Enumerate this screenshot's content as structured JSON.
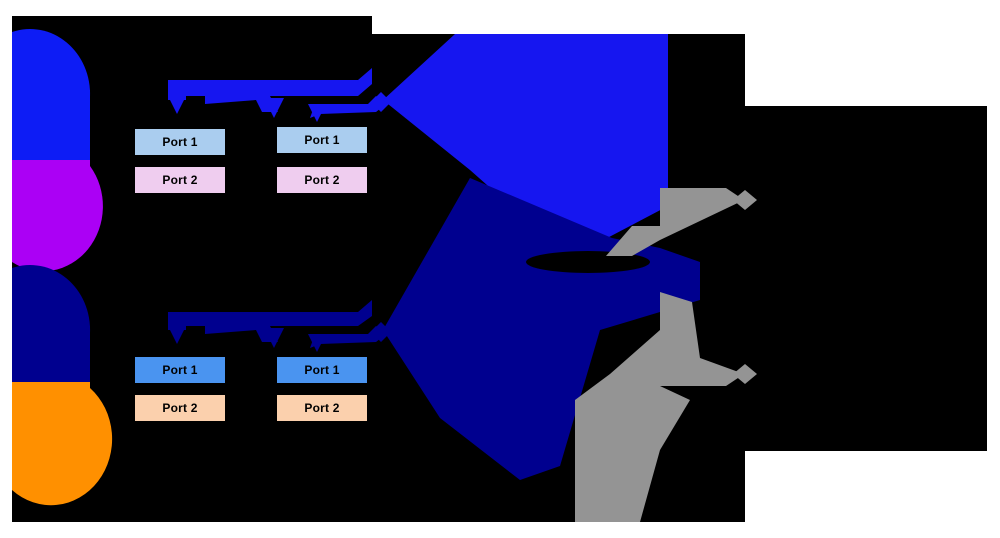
{
  "diagram": {
    "title": "network-port-topology",
    "background": "#000000",
    "page_background": "#ffffff"
  },
  "colors": {
    "background_black": "#000000",
    "page_white": "#ffffff",
    "bright_blue": "#0d1cf5",
    "royal_blue": "#1616f0",
    "navy": "#00008f",
    "dark_navy": "#000080",
    "magenta": "#ab00f5",
    "orange": "#ff9000",
    "gray": "#949494",
    "port1_light": "#aacdef",
    "port2_light": "#efcdef",
    "port1_bright": "#4a94f0",
    "port2_peach": "#fbd0ad",
    "outline": "#000000"
  },
  "nodes": [
    {
      "id": "node-top-upper",
      "shape": "circle",
      "color": "#0d1cf5",
      "edge": "left-clipped"
    },
    {
      "id": "node-top-lower",
      "shape": "circle",
      "color": "#ab00f5",
      "edge": "left-clipped"
    },
    {
      "id": "node-bot-upper",
      "shape": "circle",
      "color": "#00008f",
      "edge": "left-clipped"
    },
    {
      "id": "node-bot-lower",
      "shape": "circle",
      "color": "#ff9000",
      "edge": "left-clipped"
    }
  ],
  "groups": [
    {
      "id": "group-top",
      "link_color": "#1616f0",
      "devices": [
        {
          "id": "dev-top-left",
          "ports": [
            {
              "label": "Port 1",
              "fill": "#aacdef"
            },
            {
              "label": "Port 2",
              "fill": "#efcdef"
            }
          ]
        },
        {
          "id": "dev-top-right",
          "ports": [
            {
              "label": "Port 1",
              "fill": "#aacdef"
            },
            {
              "label": "Port 2",
              "fill": "#efcdef"
            }
          ]
        }
      ]
    },
    {
      "id": "group-bottom",
      "link_color": "#00008f",
      "devices": [
        {
          "id": "dev-bot-left",
          "ports": [
            {
              "label": "Port 1",
              "fill": "#4a94f0"
            },
            {
              "label": "Port 2",
              "fill": "#fbd0ad"
            }
          ]
        },
        {
          "id": "dev-bot-right",
          "ports": [
            {
              "label": "Port 1",
              "fill": "#4a94f0"
            },
            {
              "label": "Port 2",
              "fill": "#fbd0ad"
            }
          ]
        }
      ]
    }
  ],
  "links": [
    {
      "id": "link-top-bus",
      "color": "#1616f0",
      "style": "thick-bus"
    },
    {
      "id": "link-top-fanout",
      "color": "#1616f0",
      "style": "polygon-fan"
    },
    {
      "id": "link-bottom-bus",
      "color": "#00008f",
      "style": "thick-bus"
    },
    {
      "id": "link-bottom-fanout",
      "color": "#00008f",
      "style": "polygon-fan"
    },
    {
      "id": "link-gray-upper",
      "color": "#949494",
      "style": "elbow-arrow"
    },
    {
      "id": "link-gray-lower",
      "color": "#949494",
      "style": "elbow-arrow"
    }
  ],
  "markers": [
    {
      "id": "diamond-top-a",
      "color": "#1616f0",
      "shape": "diamond"
    },
    {
      "id": "diamond-top-b",
      "color": "#1616f0",
      "shape": "diamond"
    },
    {
      "id": "diamond-bot-a",
      "color": "#00008f",
      "shape": "diamond"
    },
    {
      "id": "diamond-bot-b",
      "color": "#00008f",
      "shape": "diamond"
    },
    {
      "id": "diamond-gray-upper",
      "color": "#949494",
      "shape": "diamond"
    },
    {
      "id": "diamond-gray-lower",
      "color": "#949494",
      "shape": "diamond"
    },
    {
      "id": "arrow-top-left",
      "color": "#1616f0",
      "shape": "arrowhead-down"
    },
    {
      "id": "arrow-top-mid",
      "color": "#1616f0",
      "shape": "arrowhead-down"
    },
    {
      "id": "arrow-top-right",
      "color": "#1616f0",
      "shape": "arrowhead-down"
    },
    {
      "id": "arrow-bot-left",
      "color": "#00008f",
      "shape": "arrowhead-down"
    },
    {
      "id": "arrow-bot-mid",
      "color": "#00008f",
      "shape": "arrowhead-down"
    },
    {
      "id": "arrow-bot-right",
      "color": "#00008f",
      "shape": "arrowhead-down"
    }
  ]
}
